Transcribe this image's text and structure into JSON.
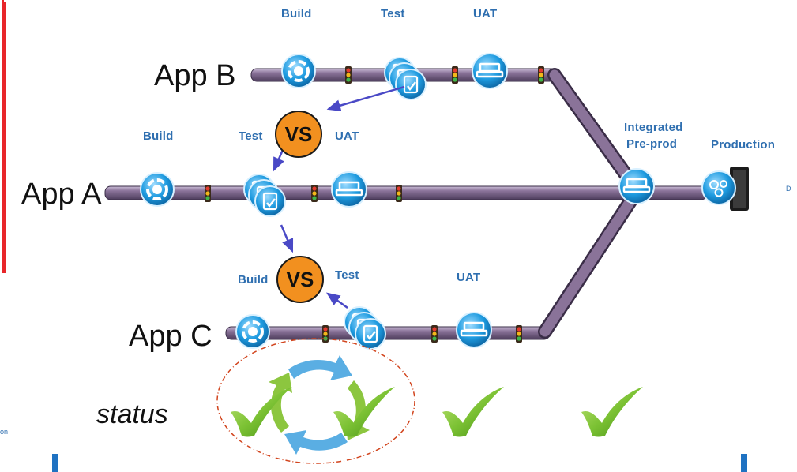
{
  "apps": {
    "a": "App A",
    "b": "App B",
    "c": "App C"
  },
  "stages": {
    "b_build": "Build",
    "b_test": "Test",
    "b_uat": "UAT",
    "a_build": "Build",
    "a_test": "Test",
    "a_uat": "UAT",
    "c_build": "Build",
    "c_test": "Test",
    "c_uat": "UAT",
    "integrated_line1": "Integrated",
    "integrated_line2": "Pre-prod",
    "production": "Production"
  },
  "badges": {
    "vs_top": "VS",
    "vs_bottom": "VS"
  },
  "status_label": "status",
  "edge_texts": {
    "left": "on",
    "right": "D"
  },
  "colors": {
    "pipe": "#6e5a7e",
    "icon_blue": "#1e9be0",
    "vs_orange": "#f2901f",
    "check_green": "#7cc234",
    "frame_red": "#e8262a",
    "cycle_blue": "#5aaee3",
    "cycle_green": "#8cc63f"
  }
}
